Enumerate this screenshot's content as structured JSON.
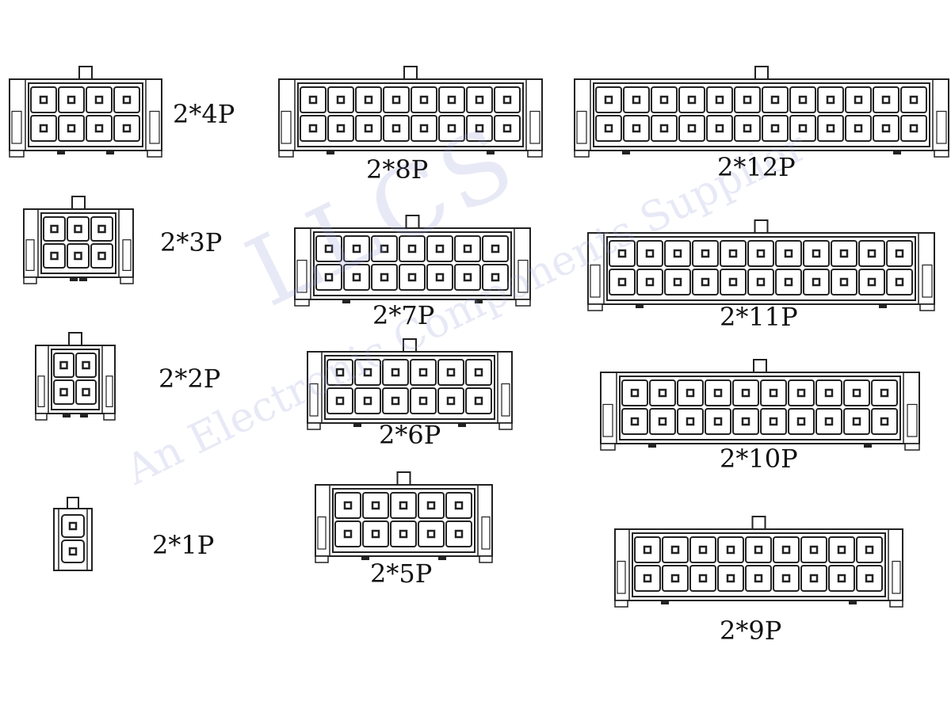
{
  "watermark": {
    "brand": "LLCS",
    "text": "An Electronic Components Supplier"
  },
  "colors": {
    "ink": "#222222",
    "watermark": "#9aa0da"
  },
  "connectors": [
    {
      "label": "2*4P",
      "pins_per_row": 4
    },
    {
      "label": "2*8P",
      "pins_per_row": 8
    },
    {
      "label": "2*12P",
      "pins_per_row": 12
    },
    {
      "label": "2*3P",
      "pins_per_row": 3
    },
    {
      "label": "2*7P",
      "pins_per_row": 7
    },
    {
      "label": "2*11P",
      "pins_per_row": 11
    },
    {
      "label": "2*2P",
      "pins_per_row": 2
    },
    {
      "label": "2*6P",
      "pins_per_row": 6
    },
    {
      "label": "2*10P",
      "pins_per_row": 10
    },
    {
      "label": "2*1P",
      "pins_per_row": 1
    },
    {
      "label": "2*5P",
      "pins_per_row": 5
    },
    {
      "label": "2*9P",
      "pins_per_row": 9
    }
  ]
}
